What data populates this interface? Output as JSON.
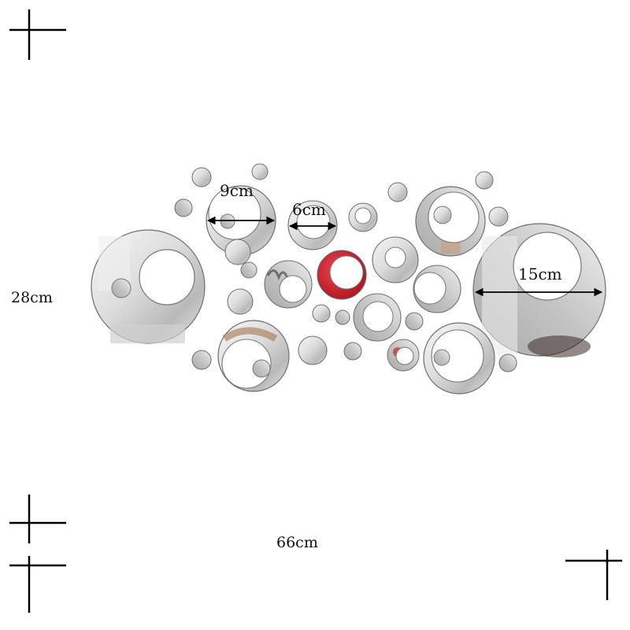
{
  "labels": {
    "d9": "9cm",
    "d6": "6cm",
    "d15": "15cm",
    "height": "28cm",
    "width": "66cm"
  },
  "colors": {
    "mirror_light": "#f2f2f2",
    "mirror_mid": "#c8c8c8",
    "mirror_dark": "#8f8f8f",
    "outline": "#6e6e6e",
    "accent_red": "#c8202a",
    "ink": "#000000"
  },
  "icons": [
    "crosshair-mark"
  ]
}
